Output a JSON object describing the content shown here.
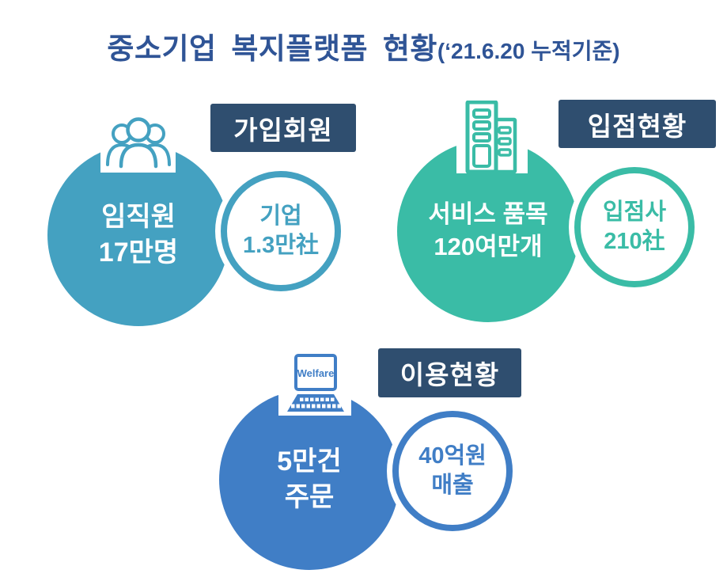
{
  "title": {
    "main": "중소기업 복지플랫폼 현황",
    "suffix": "(‘21.6.20 누적기준)"
  },
  "colors": {
    "title_blue": "#2F5496",
    "label_navy": "#2F4E6F",
    "teal": "#44A1C1",
    "green": "#3ABCA6",
    "blue": "#407EC6",
    "white": "#FFFFFF"
  },
  "groups": [
    {
      "label": "가입회원",
      "icon": "people-icon",
      "accent": "#44A1C1",
      "big_line1": "임직원",
      "big_line2": "17만명",
      "small_line1": "기업",
      "small_line2": "1.3만社"
    },
    {
      "label": "입점현황",
      "icon": "building-icon",
      "accent": "#3ABCA6",
      "big_line1": "서비스 품목",
      "big_line2": "120여만개",
      "small_line1": "입점사",
      "small_line2": "210社"
    },
    {
      "label": "이용현황",
      "icon": "laptop-icon",
      "accent": "#407EC6",
      "laptop_screen_text": "Welfare",
      "big_line1": "5만건",
      "big_line2": "주문",
      "small_line1": "40억원",
      "small_line2": "매출"
    }
  ]
}
